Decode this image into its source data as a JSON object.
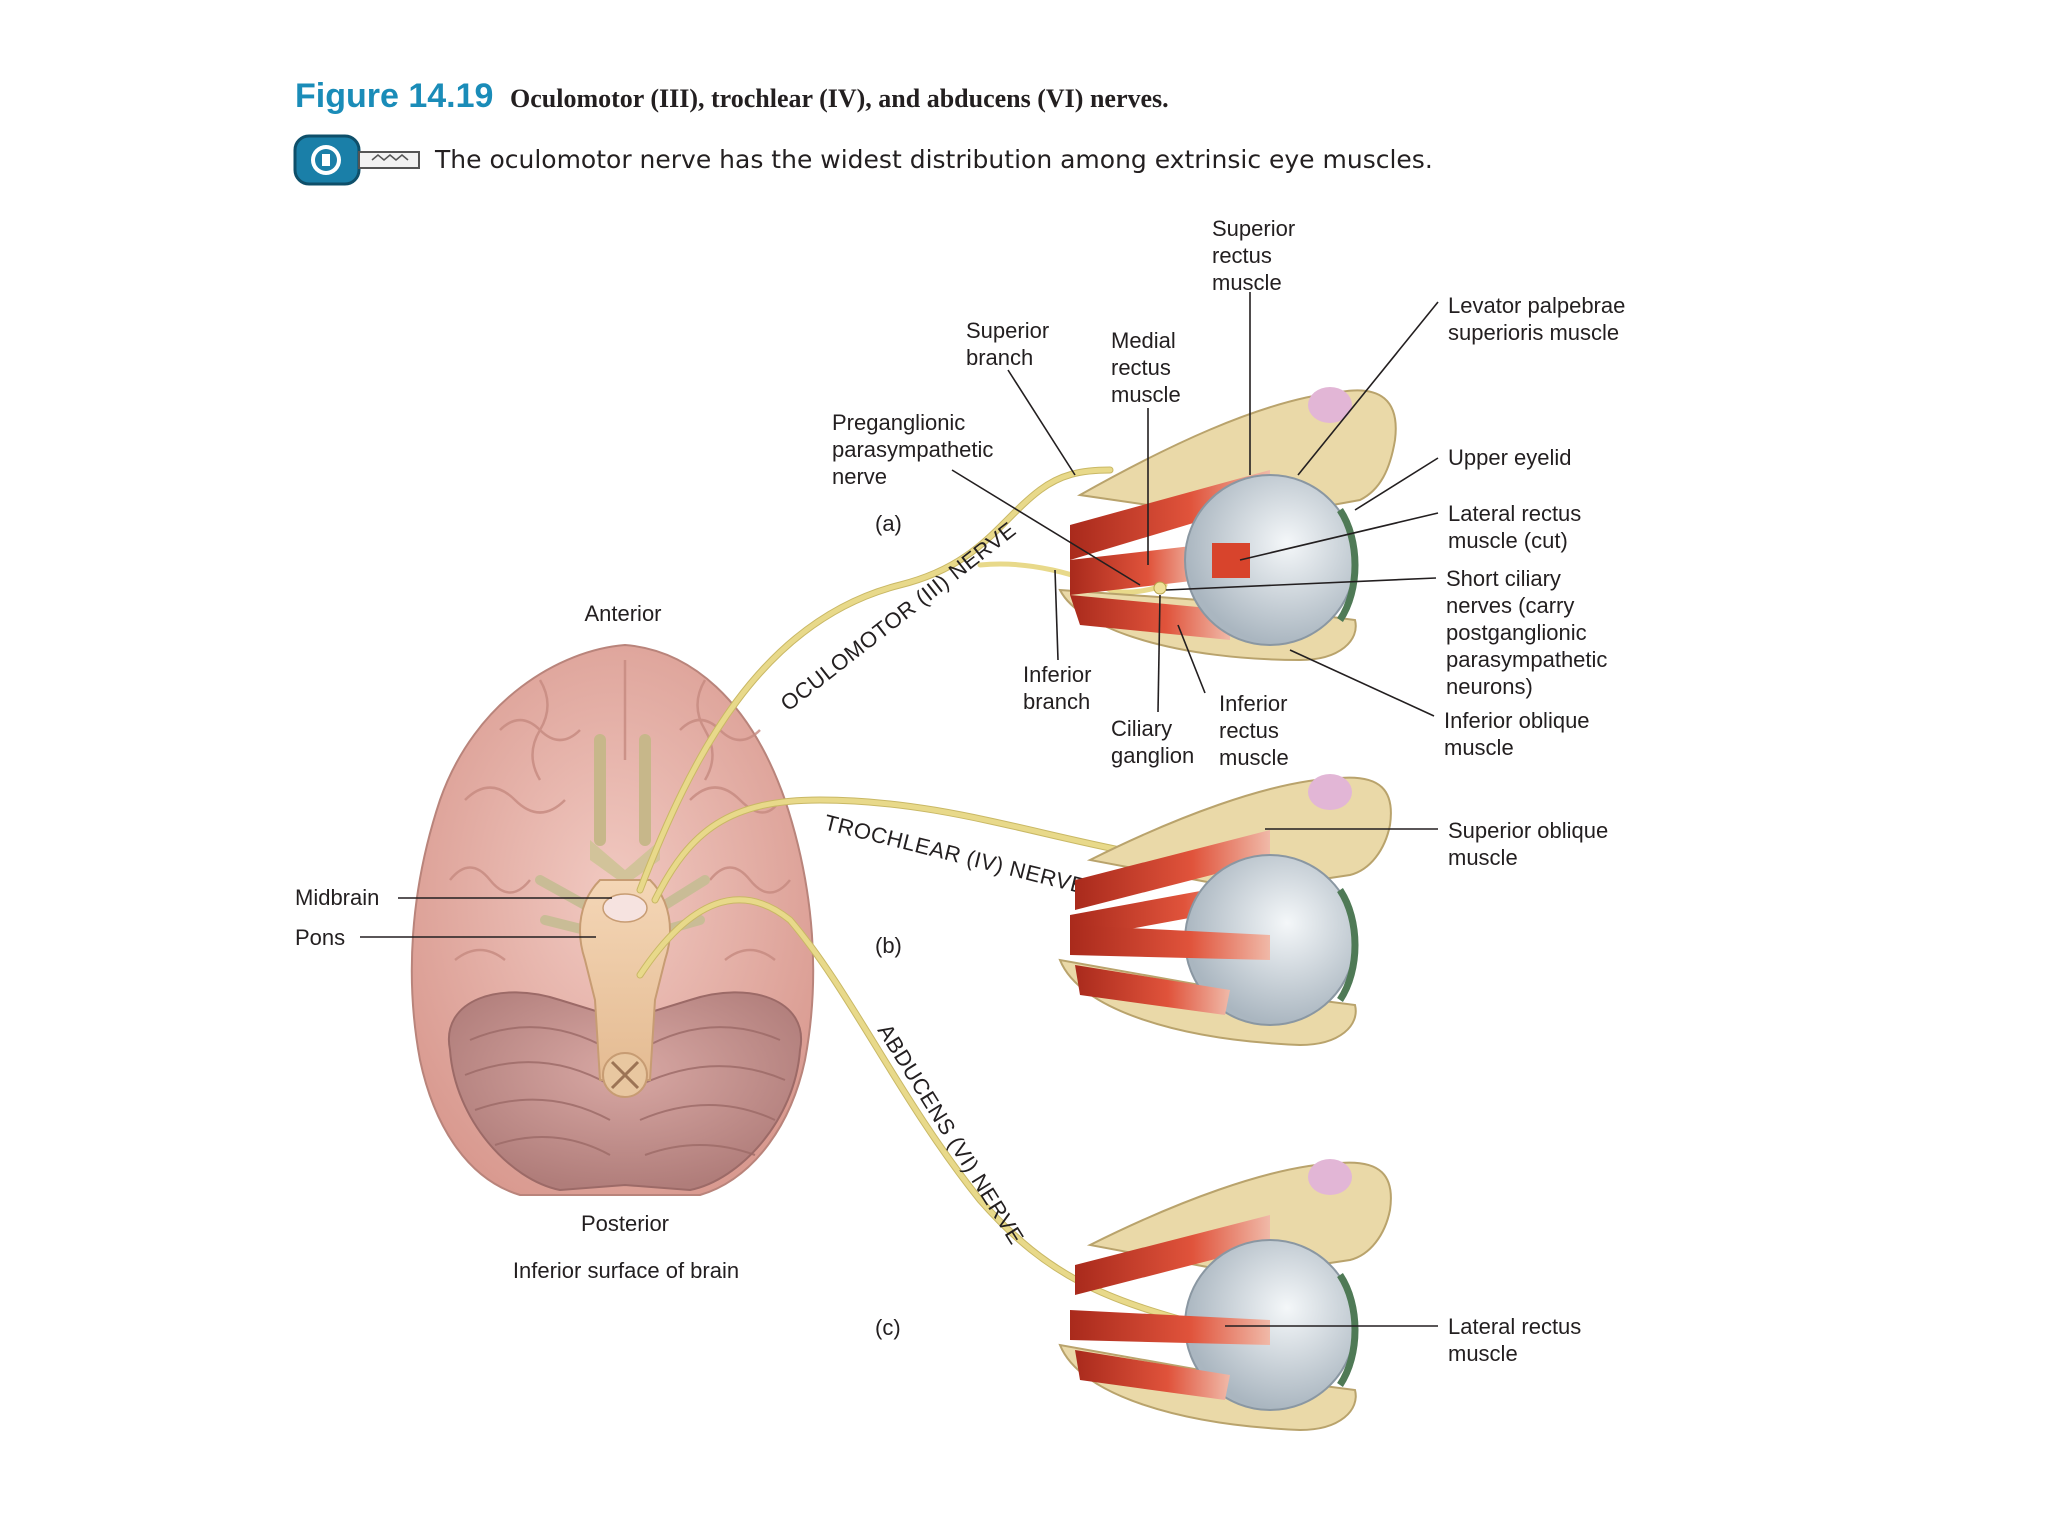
{
  "header": {
    "figure_number": "Figure 14.19",
    "title": "Oculomotor (III), trochlear (IV), and abducens (VI) nerves.",
    "key_text": "The oculomotor nerve has the widest distribution among extrinsic eye muscles.",
    "key_icon": "key-icon"
  },
  "brain": {
    "anterior": "Anterior",
    "posterior": "Posterior",
    "caption": "Inferior surface of brain",
    "midbrain": "Midbrain",
    "pons": "Pons"
  },
  "nerves": {
    "oculomotor": "OCULOMOTOR (III) NERVE",
    "trochlear": "TROCHLEAR (IV) NERVE",
    "abducens": "ABDUCENS (VI) NERVE"
  },
  "panels": {
    "a": "(a)",
    "b": "(b)",
    "c": "(c)"
  },
  "labels_a": {
    "superior_rectus": [
      "Superior",
      "rectus",
      "muscle"
    ],
    "superior_branch": [
      "Superior",
      "branch"
    ],
    "medial_rectus": [
      "Medial",
      "rectus",
      "muscle"
    ],
    "preganglionic": [
      "Preganglionic",
      "parasympathetic",
      "nerve"
    ],
    "levator": [
      "Levator palpebrae",
      "superioris muscle"
    ],
    "upper_eyelid": [
      "Upper eyelid"
    ],
    "lateral_rectus_cut": [
      "Lateral rectus",
      "muscle (cut)"
    ],
    "short_ciliary": [
      "Short ciliary",
      "nerves (carry",
      "postganglionic",
      "parasympathetic",
      "neurons)"
    ],
    "inferior_branch": [
      "Inferior",
      "branch"
    ],
    "ciliary_ganglion": [
      "Ciliary",
      "ganglion"
    ],
    "inferior_rectus": [
      "Inferior",
      "rectus",
      "muscle"
    ],
    "inferior_oblique": [
      "Inferior oblique",
      "muscle"
    ]
  },
  "labels_b": {
    "superior_oblique": [
      "Superior oblique",
      "muscle"
    ]
  },
  "labels_c": {
    "lateral_rectus": [
      "Lateral rectus",
      "muscle"
    ]
  },
  "colors": {
    "figure_blue": "#1a8cb8",
    "nerve_yellow": "#e8d98a",
    "muscle_red": "#d9442e",
    "brain_pink": "#e9b4ac",
    "bone": "#ead9a8",
    "eyeball": "#d6dde3"
  }
}
